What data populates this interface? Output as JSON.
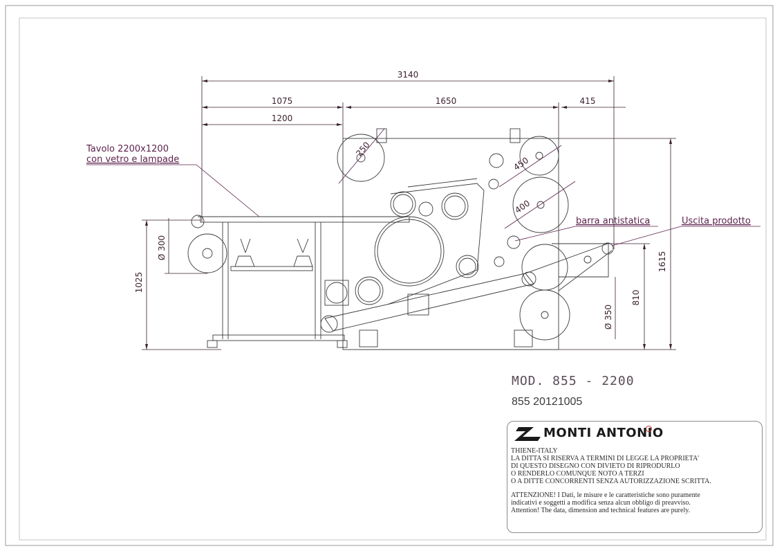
{
  "dimensions": {
    "overall_width": "3140",
    "table_width": "1075",
    "table_inner": "1200",
    "center_width": "1650",
    "right_width": "415",
    "total_height": "1615",
    "left_height": "1025",
    "right_height": "810",
    "roll_left": "Ø 300",
    "roll_right": "Ø 350",
    "diam_top_left": "250",
    "diam_450": "450",
    "diam_400": "400"
  },
  "callouts": {
    "table_line1": "Tavolo 2200x1200",
    "table_line2": "con vetro e lampade",
    "antistatic": "barra antistatica",
    "output": "Uscita prodotto"
  },
  "model": "MOD. 855 - 2200",
  "code": "855 20121005",
  "title_block": {
    "brand": "MONTI ANTONIO",
    "lines": [
      "THIENE-ITALY",
      "LA DITTA SI RISERVA A TERMINI DI LEGGE LA PROPRIETA'",
      "DI QUESTO DISEGNO CON DIVIETO DI RIPRODURLO",
      "O RENDERLO COMUNQUE NOTO A TERZI",
      "O A DITTE CONCORRENTI SENZA AUTORIZZAZIONE SCRITTA."
    ],
    "notice": [
      "ATTENZIONE! I Dati, le misure e le caratteristiche sono puramente",
      "indicativi e soggetti a modifica senza alcun obbligo di preavviso.",
      "Attention! The data, dimension and technical features are purely."
    ]
  },
  "colors": {
    "line": "#3a3a3a",
    "accent": "#5a1f4a",
    "frame": "#9a9a9a"
  }
}
